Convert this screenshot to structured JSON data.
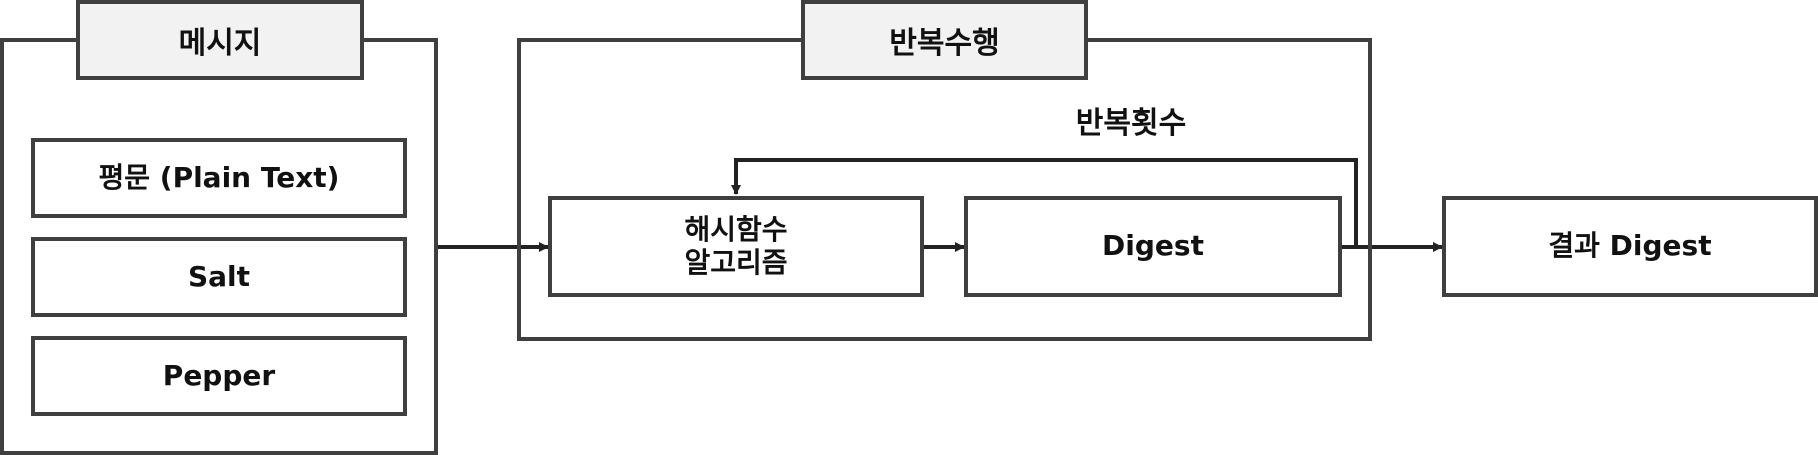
{
  "message_group": {
    "title": "메시지",
    "items": [
      "평문 (Plain Text)",
      "Salt",
      "Pepper"
    ]
  },
  "iteration_group": {
    "title": "반복수행",
    "loop_label": "반복횟수",
    "hash_box": "해시함수\n알고리즘",
    "digest_box": "Digest"
  },
  "result_box": "결과 Digest",
  "colors": {
    "border": "#3f3f3f",
    "tab_fill": "#f2f2f2",
    "arrow": "#222222"
  }
}
